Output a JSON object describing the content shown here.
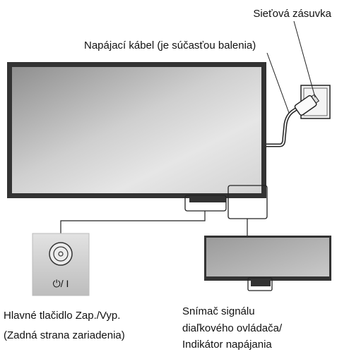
{
  "labels": {
    "outlet": "Sieťová zásuvka",
    "cable": "Napájací kábel (je súčasťou balenia)",
    "main_button_line1": "Hlavné tlačidlo Zap./Vyp.",
    "main_button_line2": "(Zadná strana zariadenia)",
    "sensor_line1": "Snímač signálu",
    "sensor_line2": "diaľkového ovládača/",
    "sensor_line3": "Indikátor napájania",
    "power_symbol": "⏻/ I"
  }
}
